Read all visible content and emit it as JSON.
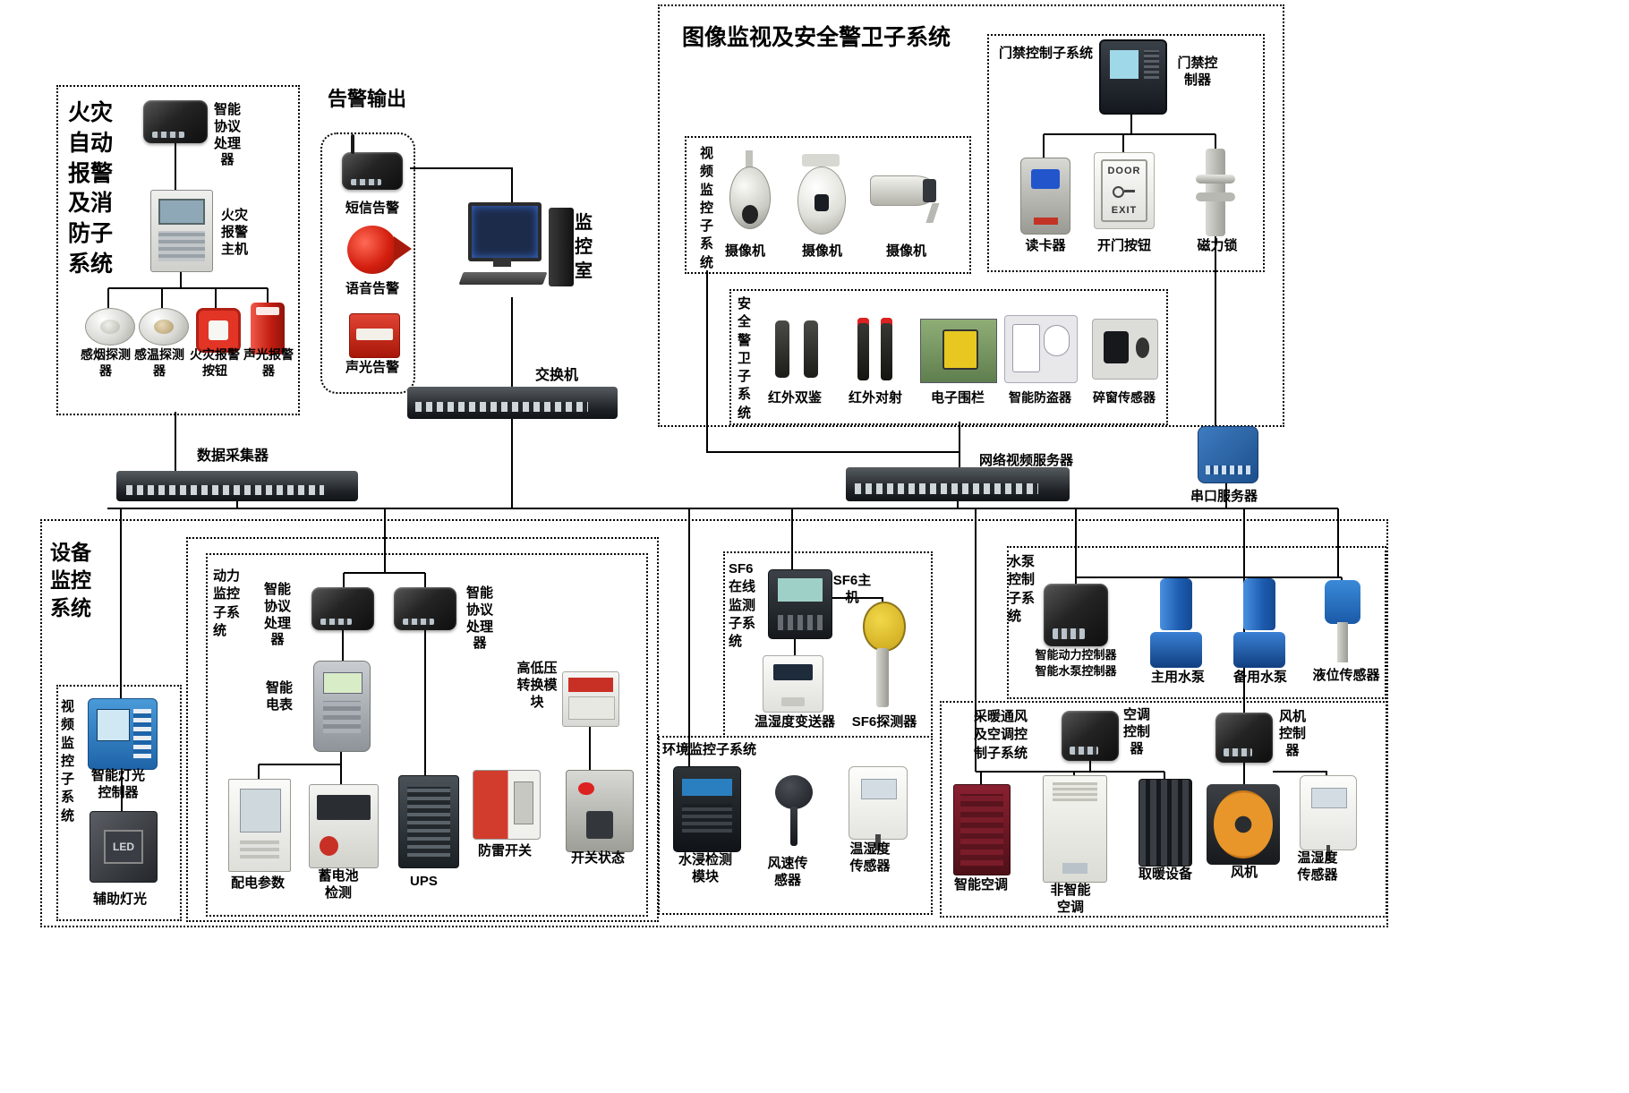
{
  "colors": {
    "wire": "#000000",
    "alarm_red": "#c9201a",
    "device_blue": "#2a6fc0"
  },
  "titles": {
    "fire_system": "火灾自动报警及消防子系统",
    "alarm_output": "告警输出",
    "monitor_room": "监控室",
    "surveillance": "图像监视及安全警卫子系统",
    "video_sub": "视频监控子系统",
    "access_sub": "门禁控制子系统",
    "security_sub": "安全警卫子系统",
    "equipment": "设备监控系统",
    "power_sub": "动力监控子系统",
    "sf6_sub": "SF6在线监测子系统",
    "env_sub": "环境监控子系统",
    "pump_sub": "水泵控制子系统",
    "hvac_sub": "采暖通风及空调控制子系统"
  },
  "labels": {
    "protocol_processor": "智能协议处理器",
    "fire_host": "火灾报警主机",
    "smoke_detector": "感烟探测器",
    "temp_detector": "感温探测器",
    "fire_button": "火灾报警按钮",
    "sound_light_alarm": "声光报警器",
    "sms_alarm": "短信告警",
    "voice_alarm": "语音告警",
    "sound_light_alert": "声光告警",
    "switch": "交换机",
    "camera": "摄像机",
    "access_controller": "门禁控制器",
    "card_reader": "读卡器",
    "door_button": "开门按钮",
    "magnetic_lock": "磁力锁",
    "ir_dual": "红外双鉴",
    "ir_beam": "红外对射",
    "e_fence": "电子围栏",
    "burglar_alarm": "智能防盗器",
    "window_sensor": "碎窗传感器",
    "data_collector": "数据采集器",
    "video_server": "网络视频服务器",
    "serial_server": "串口服务器",
    "smart_meter": "智能电表",
    "hv_lv_module": "高低压转换模块",
    "power_params": "配电参数",
    "battery_test": "蓄电池检测",
    "ups": "UPS",
    "lightning_switch": "防雷开关",
    "switch_status": "开关状态",
    "sf6_host": "SF6主机",
    "humidity_transmitter": "温湿度变送器",
    "sf6_detector": "SF6探测器",
    "water_module": "水浸检测模块",
    "wind_sensor": "风速传感器",
    "humidity_sensor": "温湿度传感器",
    "pump_controller_1": "智能动力控制器",
    "pump_controller_2": "智能水泵控制器",
    "main_pump": "主用水泵",
    "backup_pump": "备用水泵",
    "level_sensor": "液位传感器",
    "ac_controller": "空调控制器",
    "fan_controller": "风机控制器",
    "smart_ac": "智能空调",
    "non_smart_ac": "非智能空调",
    "heater": "取暖设备",
    "fan": "风机",
    "light_controller": "智能灯光控制器",
    "aux_light": "辅助灯光",
    "door_text_1": "DOOR",
    "door_text_2": "EXIT",
    "led": "LED"
  }
}
